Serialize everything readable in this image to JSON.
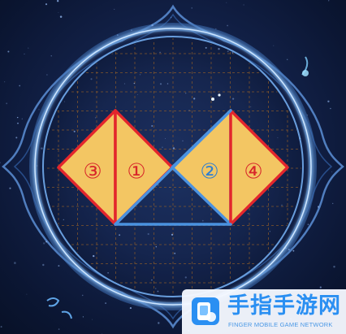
{
  "board": {
    "pieces": [
      {
        "id": "piece-3",
        "label": "③",
        "label_color": "#d8262a",
        "fill": "#f3c663",
        "outline": "#e3262c"
      },
      {
        "id": "piece-1",
        "label": "①",
        "label_color": "#d8262a",
        "fill": "#f3c663",
        "outline": "#e3262c"
      },
      {
        "id": "piece-2",
        "label": "②",
        "label_color": "#2f7fd0",
        "fill": "#f3c663",
        "outline": "#4a92e0"
      },
      {
        "id": "piece-4",
        "label": "④",
        "label_color": "#d8262a",
        "fill": "#f3c663",
        "outline": "#e3262c"
      }
    ],
    "ring_color": "#7fb6f0",
    "grid_color": "#8a5a2a",
    "background_color": "#13224a"
  },
  "watermark": {
    "title": "手指手游网",
    "subtitle": "FINGER MOBILE GAME NETWORK",
    "accent": "#2a8ff2"
  }
}
